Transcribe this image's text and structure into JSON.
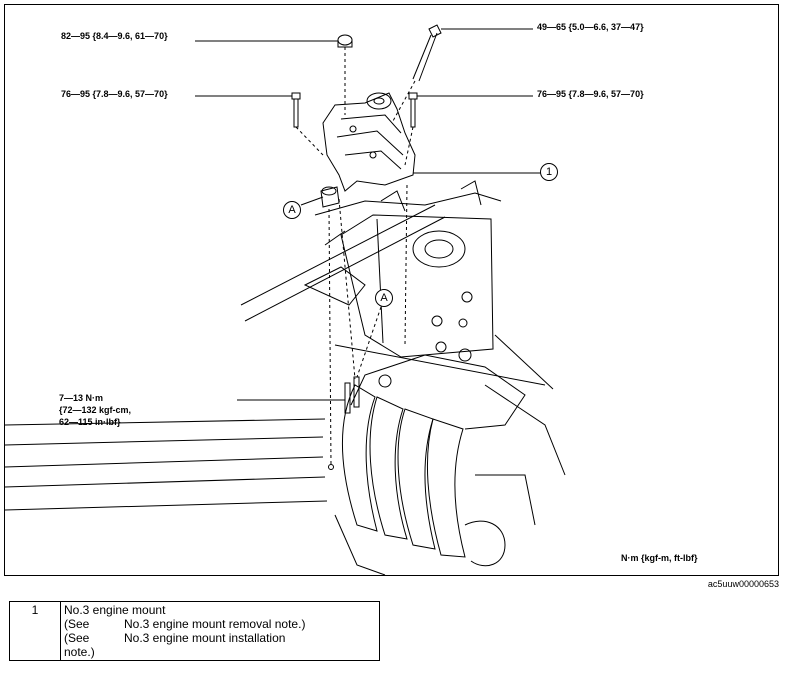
{
  "torque_labels": {
    "top_left": "82—95 {8.4—9.6, 61—70}",
    "top_right": "49—65 {5.0—6.6, 37—47}",
    "mid_left": "76—95 {7.8—9.6, 57—70}",
    "mid_right": "76—95 {7.8—9.6, 57—70}",
    "stud_line1": "7—13 N·m",
    "stud_line2": "{72—132 kgf-cm,",
    "stud_line3": "62—115 in·lbf}"
  },
  "callouts": {
    "part_1": "1",
    "a_upper": "A",
    "a_lower": "A"
  },
  "units_note": "N·m {kgf-m, ft-lbf}",
  "image_code": "ac5uuw00000653",
  "legend": {
    "number": "1",
    "name": "No.3 engine mount",
    "row2_prefix": "(See",
    "row2_ref": "No.3 engine mount removal note.)",
    "row3_prefix": "(See",
    "row3_ref": "No.3 engine mount installation",
    "row4": "note.)"
  }
}
